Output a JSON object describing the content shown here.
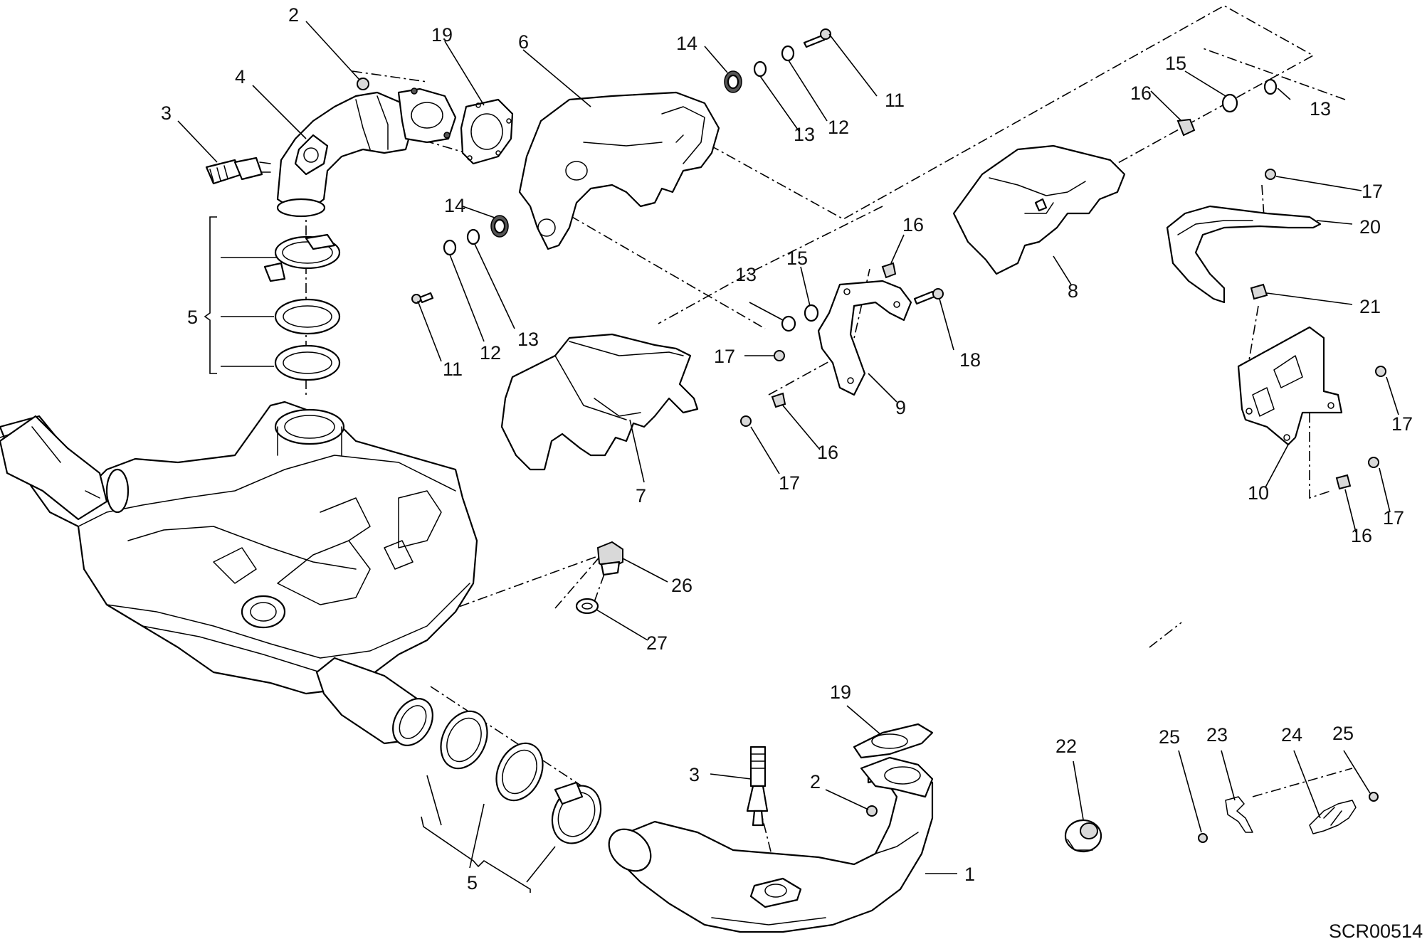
{
  "diagram": {
    "drawing_code": "SCR00514",
    "callouts": [
      "1",
      "2",
      "3",
      "4",
      "5",
      "6",
      "7",
      "8",
      "9",
      "10",
      "11",
      "12",
      "13",
      "14",
      "15",
      "16",
      "17",
      "18",
      "19",
      "20",
      "21",
      "22",
      "23",
      "24",
      "25",
      "26",
      "27"
    ]
  }
}
